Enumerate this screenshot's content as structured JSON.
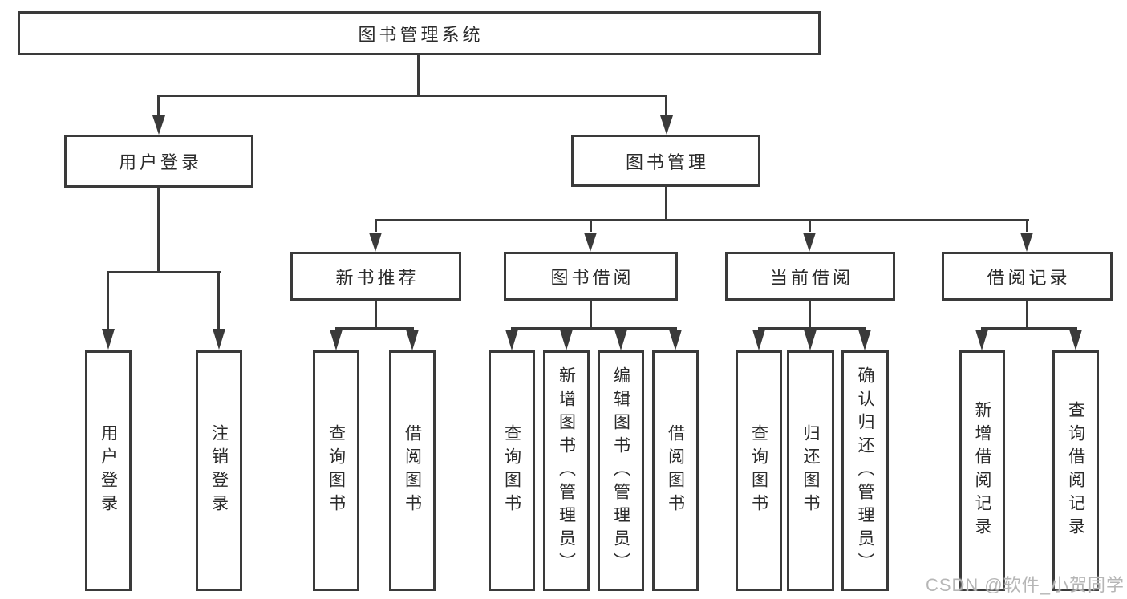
{
  "colors": {
    "background": "#ffffff",
    "line": "#3a3a3a",
    "text": "#2b2b2b",
    "watermark": "#b6b6b6"
  },
  "diagram": {
    "root": "图书管理系统",
    "user_login": {
      "label": "用户登录",
      "children": [
        "用户登录",
        "注销登录"
      ]
    },
    "book_management": {
      "label": "图书管理",
      "groups": [
        {
          "label": "新书推荐",
          "children": [
            "查询图书",
            "借阅图书"
          ]
        },
        {
          "label": "图书借阅",
          "children": [
            "查询图书",
            "新增图书（管理员）",
            "编辑图书（管理员）",
            "借阅图书"
          ]
        },
        {
          "label": "当前借阅",
          "children": [
            "查询图书",
            "归还图书",
            "确认归还（管理员）"
          ]
        },
        {
          "label": "借阅记录",
          "children": [
            "新增借阅记录",
            "查询借阅记录"
          ]
        }
      ]
    }
  },
  "watermark": "CSDN @软件_小贺同学"
}
